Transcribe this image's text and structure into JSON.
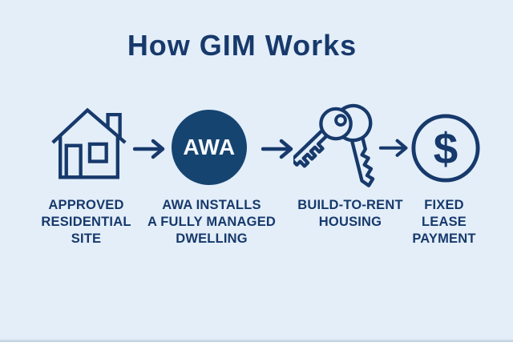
{
  "slide": {
    "title": "How GIM Works"
  },
  "colors": {
    "background": "#e3eef9",
    "navy": "#17396b",
    "badge_fill": "#164471",
    "badge_text": "#f7fafd"
  },
  "icons": {
    "house": "house-icon",
    "awa": "awa-badge",
    "keys": "keys-icon",
    "dollar": "dollar-circle-icon",
    "connector": "right-arrow-icon"
  },
  "steps": [
    {
      "icon": "house-icon",
      "label_lines": [
        "APPROVED",
        "RESIDENTIAL",
        "SITE"
      ]
    },
    {
      "icon": "awa-badge",
      "badge_text": "AWA",
      "label_lines": [
        "AWA INSTALLS",
        "A FULLY MANAGED",
        "DWELLING"
      ]
    },
    {
      "icon": "keys-icon",
      "label_lines": [
        "BUILD-TO-RENT",
        "HOUSING"
      ]
    },
    {
      "icon": "dollar-circle-icon",
      "symbol": "$",
      "label_lines": [
        "FIXED",
        "LEASE",
        "PAYMENT"
      ]
    }
  ]
}
